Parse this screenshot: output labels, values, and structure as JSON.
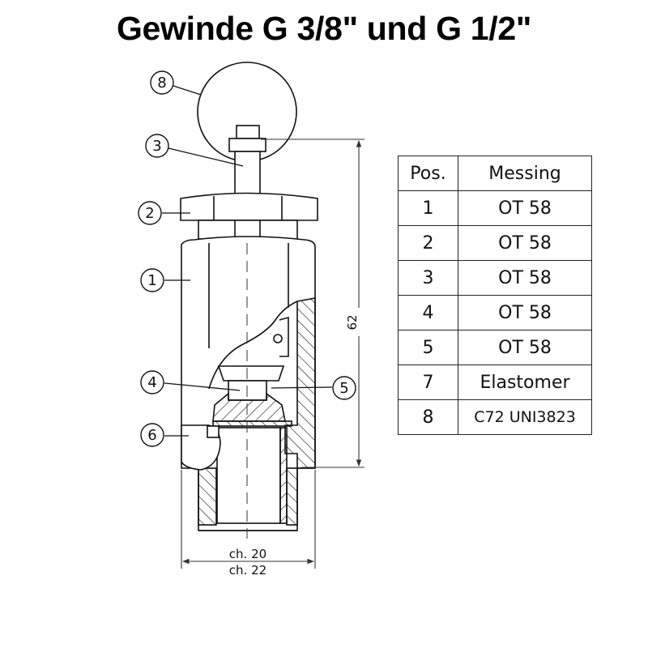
{
  "title": "Gewinde G 3/8\" und G 1/2\"",
  "drawing": {
    "callouts": [
      "8",
      "3",
      "2",
      "1",
      "4",
      "5",
      "6"
    ],
    "dimension_height": "62",
    "dimension_width_1": "ch. 20",
    "dimension_width_2": "ch. 22"
  },
  "table": {
    "headers": [
      "Pos.",
      "Messing"
    ],
    "rows": [
      [
        "1",
        "OT 58"
      ],
      [
        "2",
        "OT 58"
      ],
      [
        "3",
        "OT 58"
      ],
      [
        "4",
        "OT 58"
      ],
      [
        "5",
        "OT 58"
      ],
      [
        "7",
        "Elastomer"
      ],
      [
        "8",
        "C72 UNI3823"
      ]
    ]
  }
}
